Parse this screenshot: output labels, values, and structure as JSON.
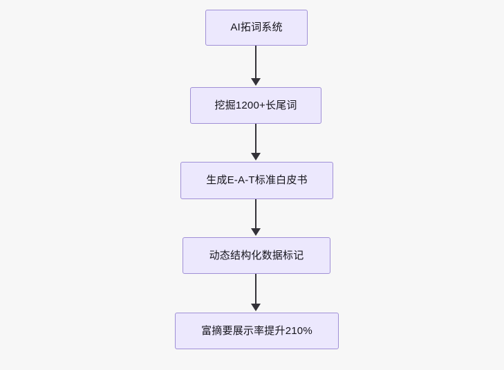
{
  "diagram": {
    "type": "flowchart",
    "direction": "top-to-bottom",
    "background_color": "#f7f7f7",
    "node_fill_color": "#ece8fd",
    "node_border_color": "#9f8fd6",
    "edge_color": "#333238",
    "nodes": [
      {
        "id": "n0",
        "label": "AI拓词系统"
      },
      {
        "id": "n1",
        "label": "挖掘1200+长尾词"
      },
      {
        "id": "n2",
        "label": "生成E-A-T标准白皮书"
      },
      {
        "id": "n3",
        "label": "动态结构化数据标记"
      },
      {
        "id": "n4",
        "label": "富摘要展示率提升210%"
      }
    ],
    "edges": [
      {
        "from": "n0",
        "to": "n1"
      },
      {
        "from": "n1",
        "to": "n2"
      },
      {
        "from": "n2",
        "to": "n3"
      },
      {
        "from": "n3",
        "to": "n4"
      }
    ]
  }
}
